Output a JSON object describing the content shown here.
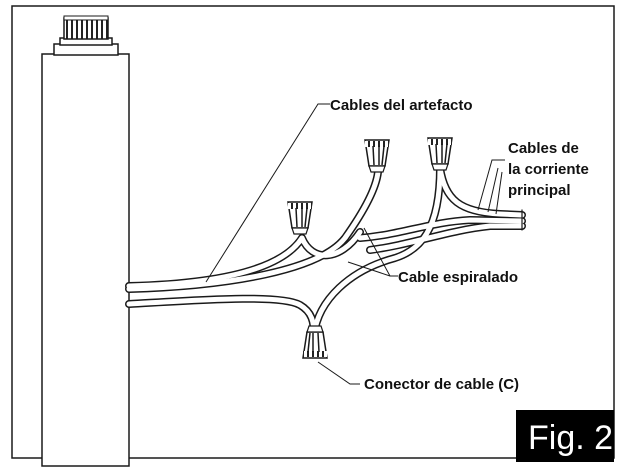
{
  "labels": {
    "fixture_wires": "Cables del artefacto",
    "supply_wires_line1": "Cables de",
    "supply_wires_line2": "la corriente",
    "supply_wires_line3": "principal",
    "twisted_wire": "Cable espiralado",
    "wire_connector": "Conector de cable (C)"
  },
  "figure_badge": "Fig. 2",
  "colors": {
    "line": "#1a1a1a",
    "badge_bg": "#000000",
    "badge_text": "#ffffff",
    "background": "#ffffff"
  }
}
